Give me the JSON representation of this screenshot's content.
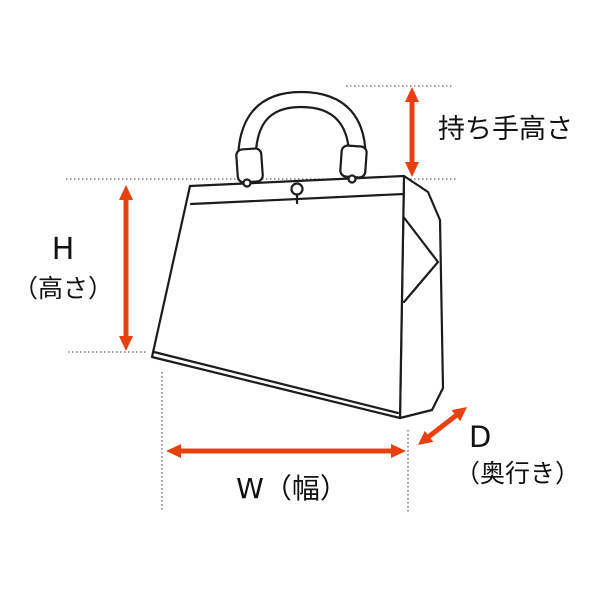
{
  "diagram": {
    "subject": "handbag-dimension-diagram",
    "labels": {
      "handle_height": "持ち手高さ",
      "height_letter": "H",
      "height_name": "（高さ）",
      "width": "W（幅）",
      "depth_letter": "D",
      "depth_name": "（奥行き）"
    },
    "colors": {
      "arrow": "#e8400e",
      "line": "#1c1c1c",
      "guide": "#666666",
      "background": "#ffffff"
    }
  }
}
